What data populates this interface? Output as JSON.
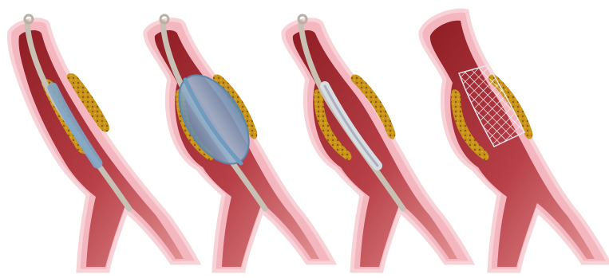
{
  "diagram": {
    "panels": [
      {
        "id": "catheter-insertion",
        "device": "deflated-balloon-catheter",
        "plaque_compressed": false
      },
      {
        "id": "balloon-inflation",
        "device": "inflated-balloon-catheter",
        "plaque_compressed": true
      },
      {
        "id": "stent-expanded",
        "device": "catheter-with-stent",
        "plaque_compressed": true
      },
      {
        "id": "stent-in-place",
        "device": "mesh-stent",
        "plaque_compressed": true
      }
    ],
    "colors": {
      "vessel_wall": "#f4b7c0",
      "vessel_outline": "#f7d3d8",
      "lumen_dark": "#8f1d24",
      "lumen_light": "#d97b7f",
      "plaque": "#c99417",
      "plaque_dark": "#8a5a10",
      "balloon": "#7fa6c7",
      "catheter": "#c8c0b4",
      "stent": "#e8e4ea"
    }
  }
}
